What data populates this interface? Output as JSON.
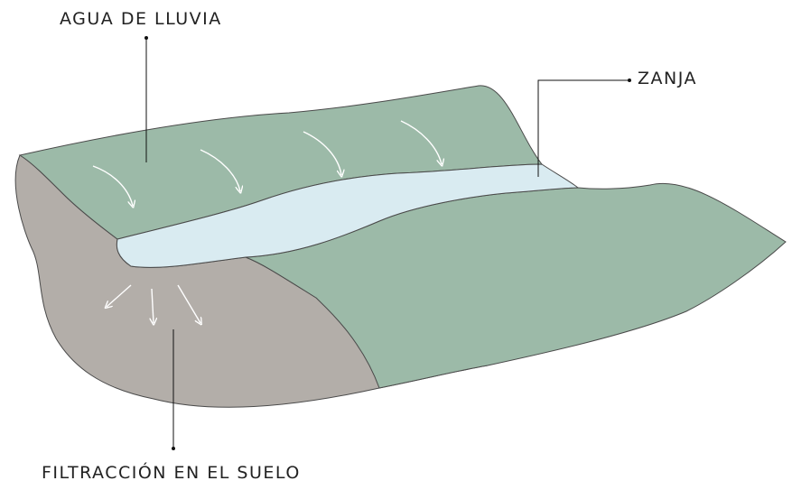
{
  "labels": {
    "rain": "AGUA DE LLUVIA",
    "ditch": "ZANJA",
    "infiltration": "FILTRACCIÓN EN EL SUELO"
  },
  "colors": {
    "grass": "#9cbaa8",
    "soil": "#b3aea9",
    "water": "#d9ebf1",
    "outline": "#4a4a4a",
    "arrow": "#ffffff",
    "leader": "#111111"
  },
  "icons": {
    "rain_flow": "curved-arrow-icon",
    "infiltration": "straight-arrow-icon"
  }
}
